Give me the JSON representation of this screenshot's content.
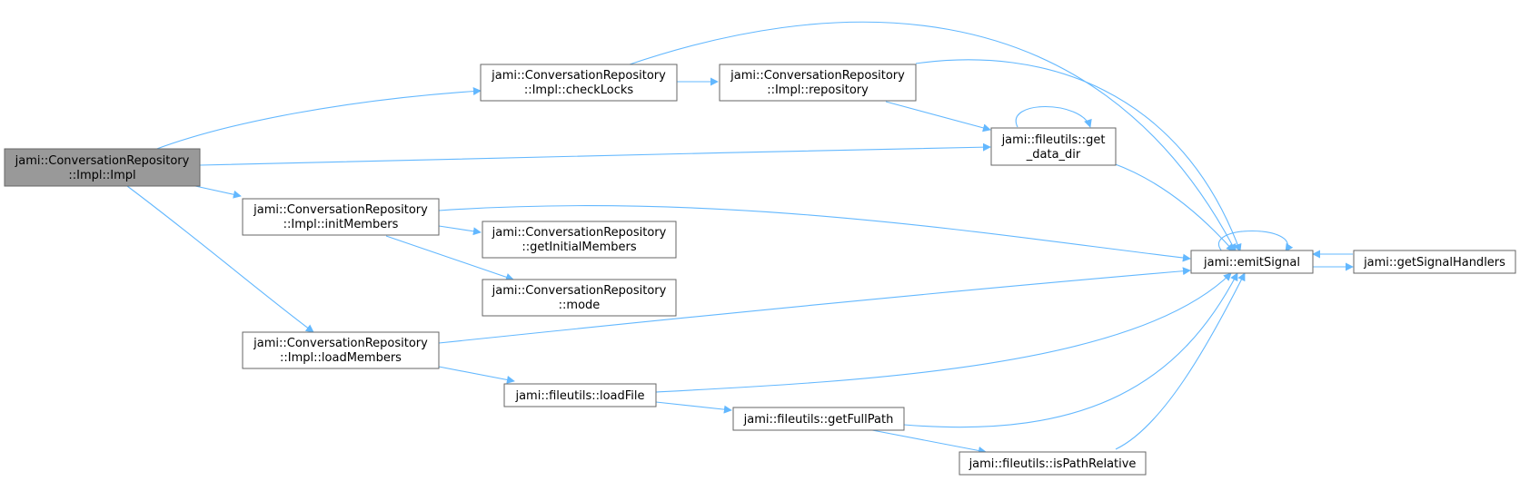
{
  "colors": {
    "edge": "#63b8ff",
    "node_border": "#666666",
    "root_fill": "#999999",
    "node_fill": "#ffffff"
  },
  "nodes": {
    "impl_ctor": {
      "lines": [
        "jami::ConversationRepository",
        "::Impl::Impl"
      ]
    },
    "check_locks": {
      "lines": [
        "jami::ConversationRepository",
        "::Impl::checkLocks"
      ]
    },
    "repository": {
      "lines": [
        "jami::ConversationRepository",
        "::Impl::repository"
      ]
    },
    "get_data_dir": {
      "lines": [
        "jami::fileutils::get",
        "_data_dir"
      ]
    },
    "init_members": {
      "lines": [
        "jami::ConversationRepository",
        "::Impl::initMembers"
      ]
    },
    "get_initial_members": {
      "lines": [
        "jami::ConversationRepository",
        "::getInitialMembers"
      ]
    },
    "mode": {
      "lines": [
        "jami::ConversationRepository",
        "::mode"
      ]
    },
    "load_members": {
      "lines": [
        "jami::ConversationRepository",
        "::Impl::loadMembers"
      ]
    },
    "load_file": {
      "lines": [
        "jami::fileutils::loadFile"
      ]
    },
    "get_full_path": {
      "lines": [
        "jami::fileutils::getFullPath"
      ]
    },
    "is_path_relative": {
      "lines": [
        "jami::fileutils::isPathRelative"
      ]
    },
    "emit_signal": {
      "lines": [
        "jami::emitSignal"
      ]
    },
    "get_signal_handlers": {
      "lines": [
        "jami::getSignalHandlers"
      ]
    }
  }
}
